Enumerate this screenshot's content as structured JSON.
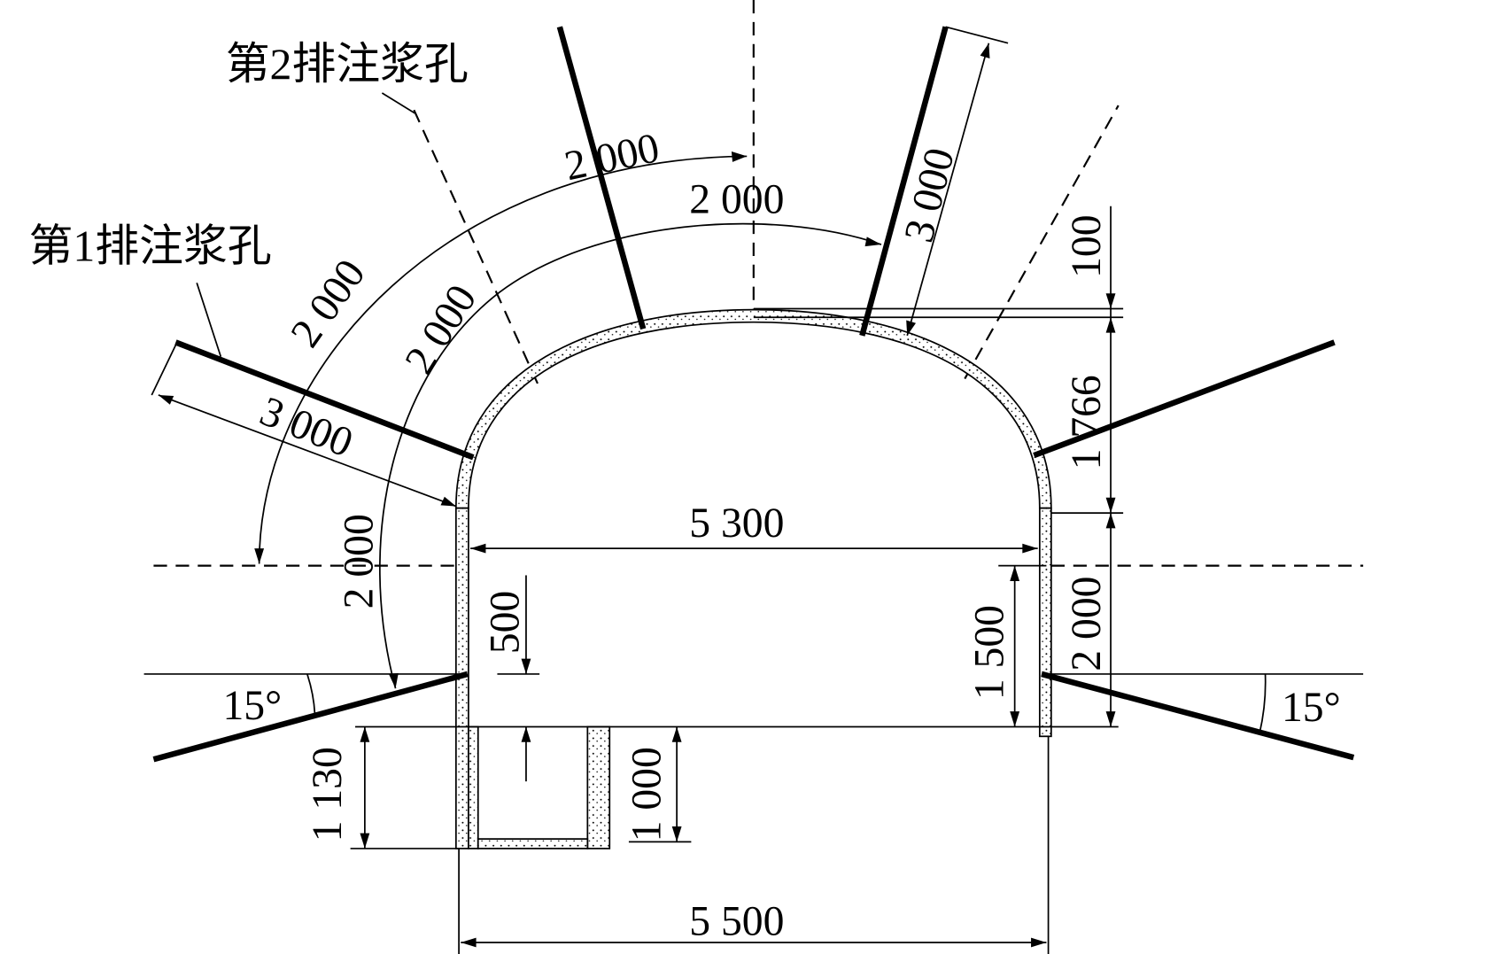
{
  "labels": {
    "row1": "第1排注浆孔",
    "row2": "第2排注浆孔"
  },
  "dimensions": {
    "outer_arc_upper": "2 000",
    "outer_arc_mid": "2 000",
    "outer_arc_lower": "2 000",
    "inner_arc_top": "2 000",
    "inner_arc_left": "2 000",
    "hole_left_length": "3 000",
    "hole_right_length": "3 000",
    "lining_thickness": "100",
    "arch_height": "1 766",
    "wall_height": "2 000",
    "inner_width": "5 300",
    "outer_width": "5 500",
    "hole_height": "1 500",
    "channel_offset": "500",
    "channel_depth_outer": "1 130",
    "channel_depth_inner": "1 000",
    "angle_left": "15°",
    "angle_right": "15°"
  }
}
